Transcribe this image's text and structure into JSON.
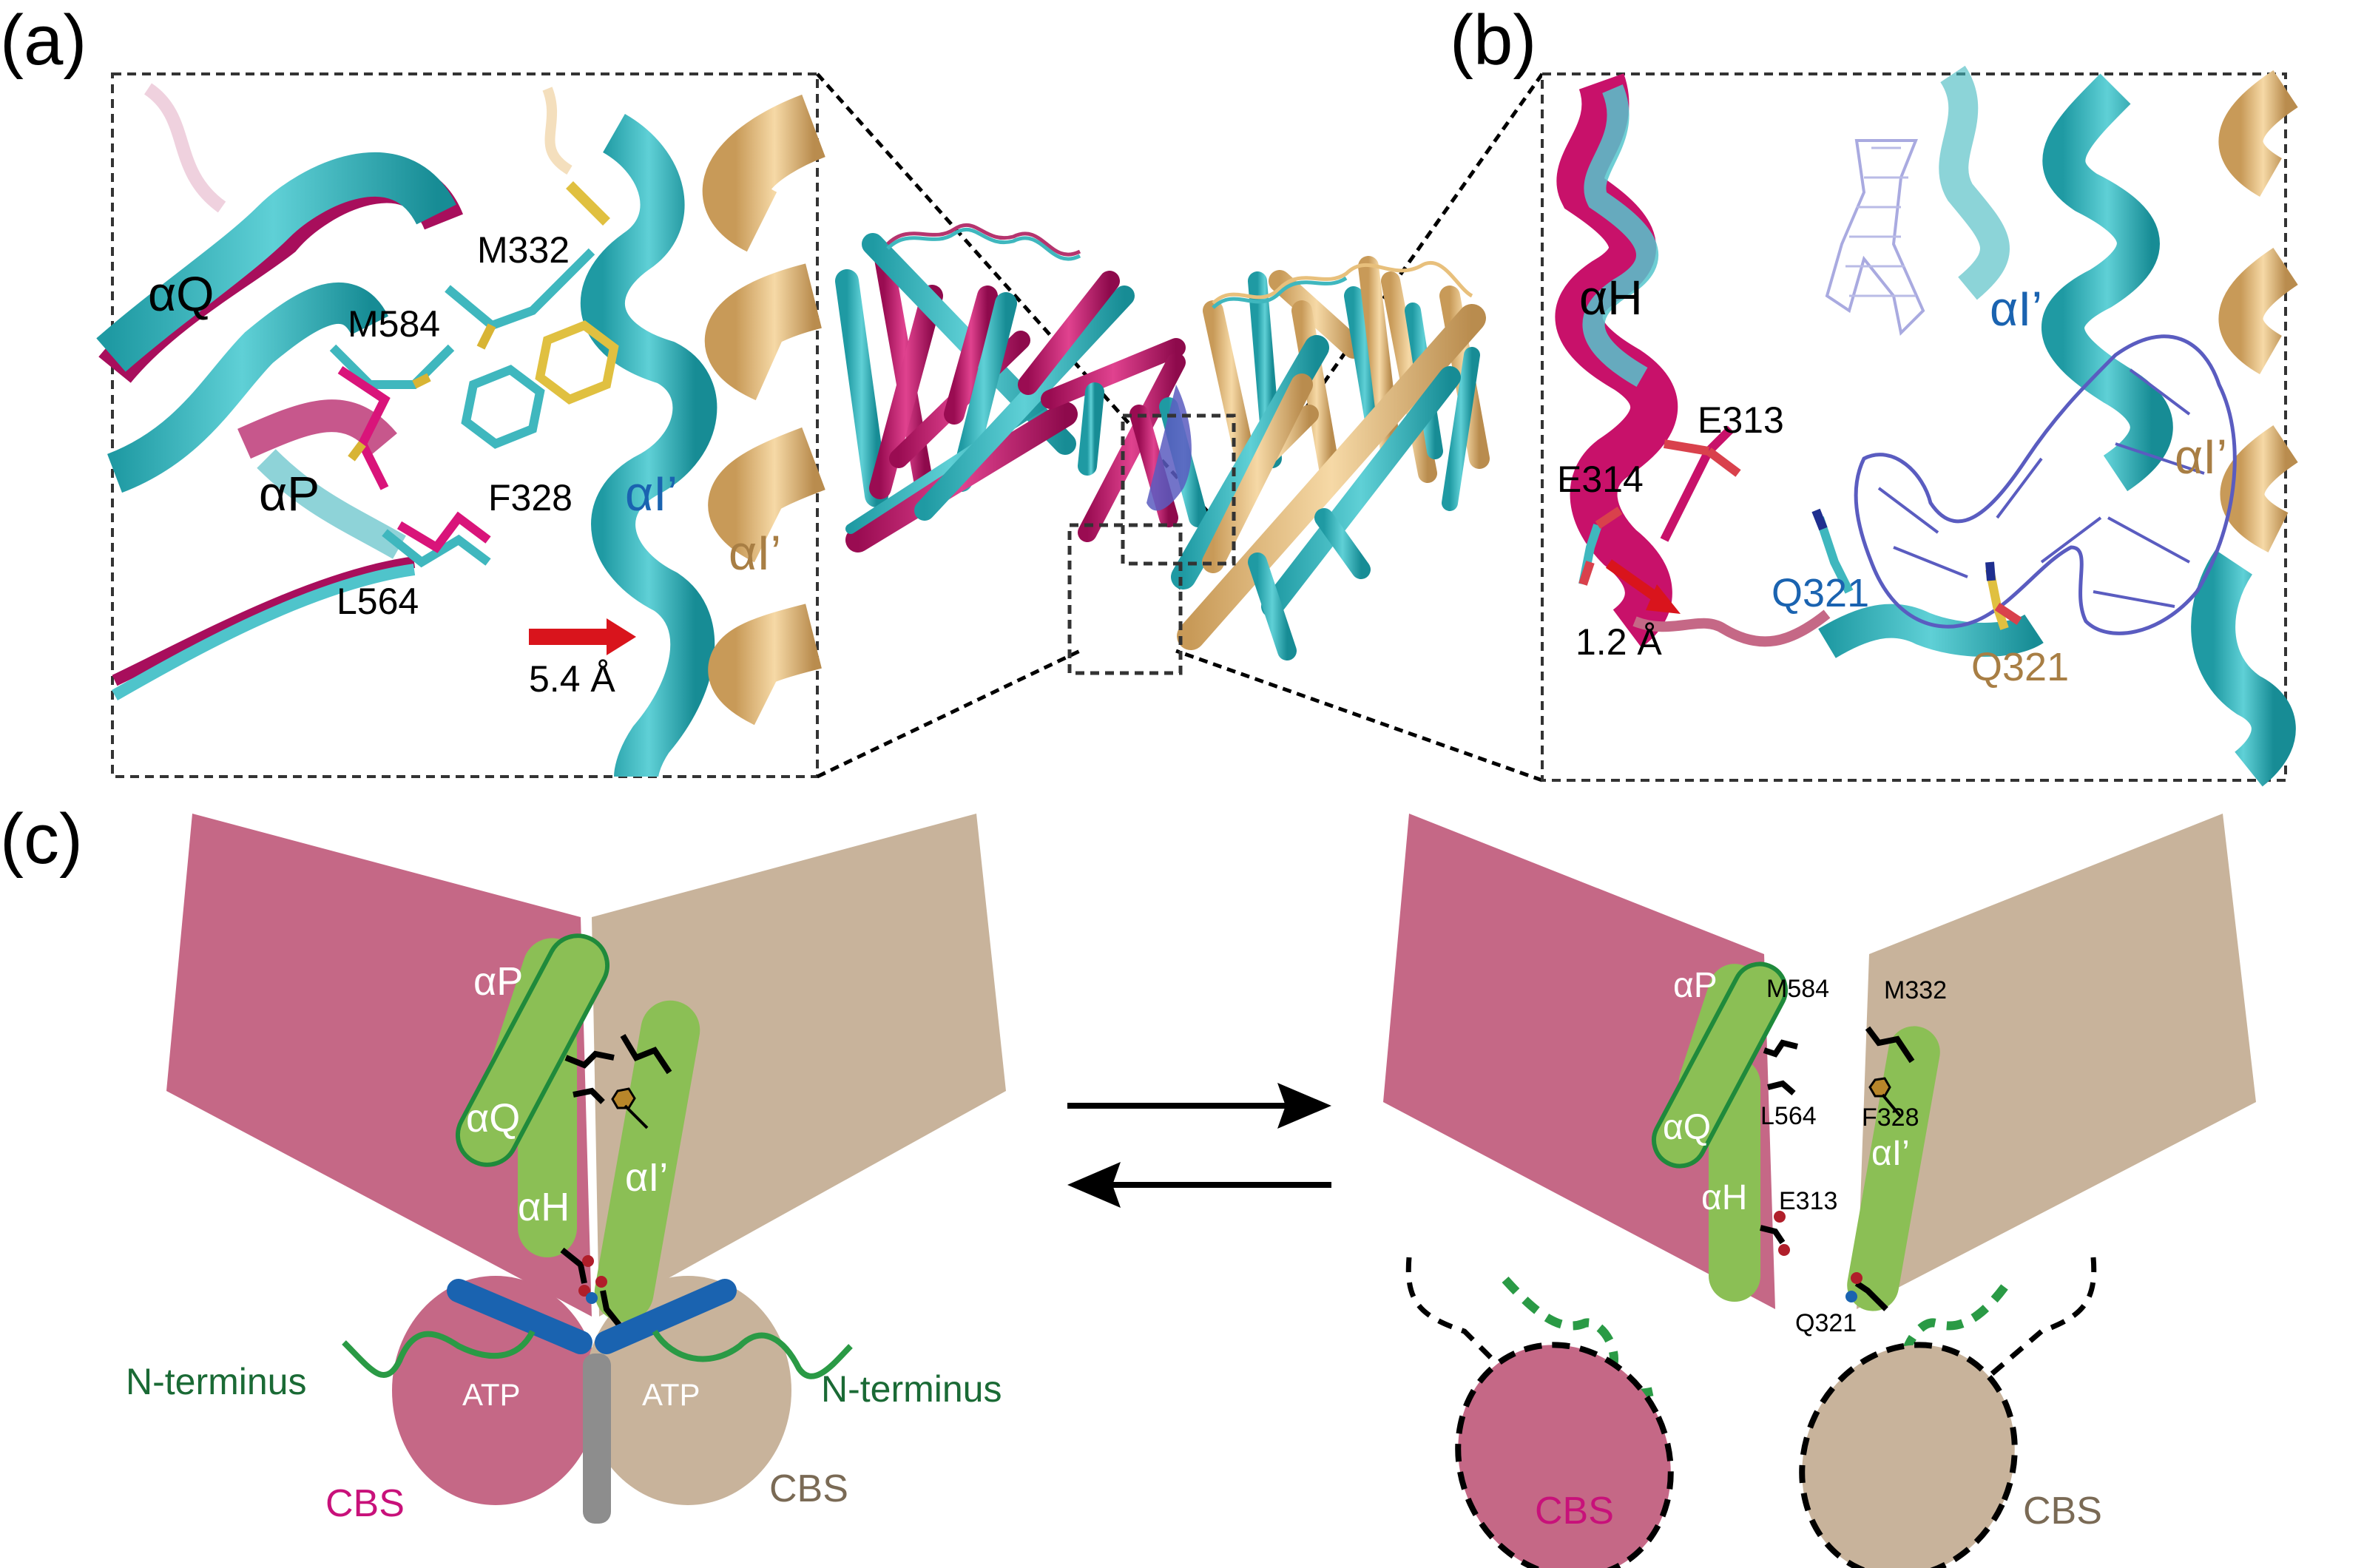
{
  "figure": {
    "panels": {
      "a": {
        "label": "(a)",
        "annotations": {
          "helix_Q": "αQ",
          "helix_P": "αP",
          "helix_I_prime_blue": "αI’",
          "helix_I_prime_tan": "αI’",
          "res_M332": "M332",
          "res_M584": "M584",
          "res_F328": "F328",
          "res_L564": "L564",
          "shift": "5.4 Å"
        }
      },
      "b": {
        "label": "(b)",
        "annotations": {
          "helix_H": "αH",
          "helix_I_prime_blue": "αI’",
          "helix_I_prime_tan": "αI’",
          "res_E313": "E313",
          "res_E314": "E314",
          "res_Q321_blue": "Q321",
          "res_Q321_tan": "Q321",
          "shift": "1.2 Å"
        }
      },
      "c": {
        "label": "(c)",
        "left_state": {
          "helix_P": "αP",
          "helix_Q": "αQ",
          "helix_H": "αH",
          "helix_I_prime": "αI’",
          "atp_left": "ATP",
          "atp_right": "ATP",
          "n_term_left": "N-terminus",
          "n_term_right": "N-terminus",
          "cbs_left": "CBS",
          "cbs_right": "CBS"
        },
        "right_state": {
          "helix_P": "αP",
          "helix_Q": "αQ",
          "helix_H": "αH",
          "helix_I_prime": "αI’",
          "res_M584": "M584",
          "res_M332": "M332",
          "res_L564": "L564",
          "res_F328": "F328",
          "res_E313": "E313",
          "res_Q321": "Q321",
          "cbs_left": "CBS",
          "cbs_right": "CBS"
        }
      }
    },
    "colors": {
      "magenta_chain": "#c8116a",
      "cyan_chain": "#3bbcc4",
      "tan_chain": "#e8c07c",
      "schematic_pink": "#c56886",
      "schematic_tan": "#c8b39b",
      "helix_green": "#8bbf55",
      "helix_outline": "#1f8a3b",
      "nterm_green": "#2a9a45",
      "atp_blue": "#1a63b0",
      "mesh_blue": "#5a5cc0",
      "label_blue": "#1a63b0",
      "label_tan": "#a87e44",
      "label_cbs_pink": "#c8117a",
      "label_cbs_tan": "#7a6a55",
      "label_nterm": "#1a6a35",
      "arrow_red": "#d9141c"
    }
  }
}
